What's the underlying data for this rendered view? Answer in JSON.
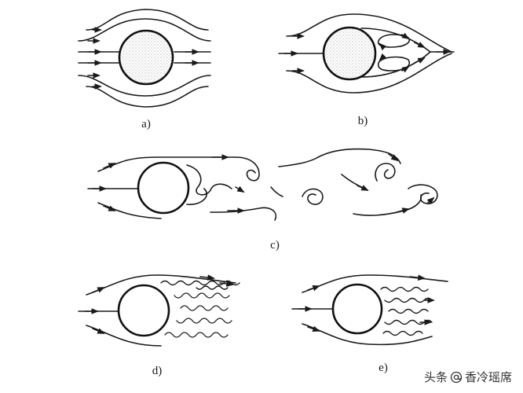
{
  "panels": [
    {
      "id": "a",
      "label": "a)"
    },
    {
      "id": "b",
      "label": "b)"
    },
    {
      "id": "c",
      "label": "c)"
    },
    {
      "id": "d",
      "label": "d)"
    },
    {
      "id": "e",
      "label": "e)"
    }
  ],
  "watermark": {
    "prefix": "头条",
    "suffix": "香冷瑶席",
    "icon": "at-sign-icon"
  }
}
